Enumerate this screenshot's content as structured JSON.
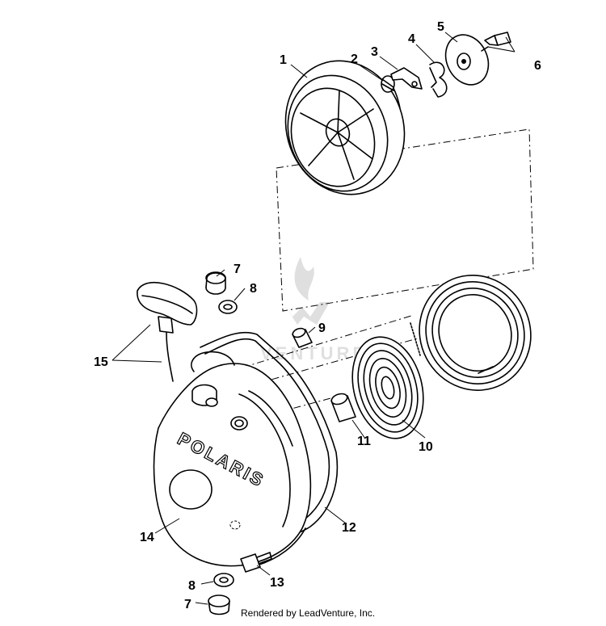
{
  "callouts": {
    "c1": "1",
    "c2": "2",
    "c3": "3",
    "c4": "4",
    "c5": "5",
    "c6": "6",
    "c7a": "7",
    "c8a": "8",
    "c9": "9",
    "c10": "10",
    "c11": "11",
    "c12": "12",
    "c13": "13",
    "c14": "14",
    "c15": "15",
    "c8b": "8",
    "c7b": "7"
  },
  "housing_logo": "POLARIS",
  "watermark_text": "VENTURE",
  "credit": "Rendered by LeadVenture, Inc."
}
